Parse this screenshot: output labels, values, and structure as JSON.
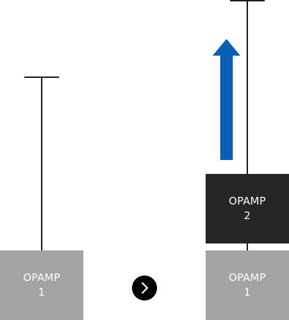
{
  "left_stack": {
    "box": {
      "line1": "OPAMP",
      "line2": "1",
      "color": "#a3a3a3"
    }
  },
  "right_stack": {
    "top_box": {
      "line1": "OPAMP",
      "line2": "2",
      "color": "#262626"
    },
    "bottom_box": {
      "line1": "OPAMP",
      "line2": "1",
      "color": "#a3a3a3"
    },
    "arrow": {
      "icon": "up-arrow-icon",
      "color": "#0a5fb4"
    }
  },
  "transition": {
    "icon": "chevron-right-icon",
    "color": "#000000"
  }
}
